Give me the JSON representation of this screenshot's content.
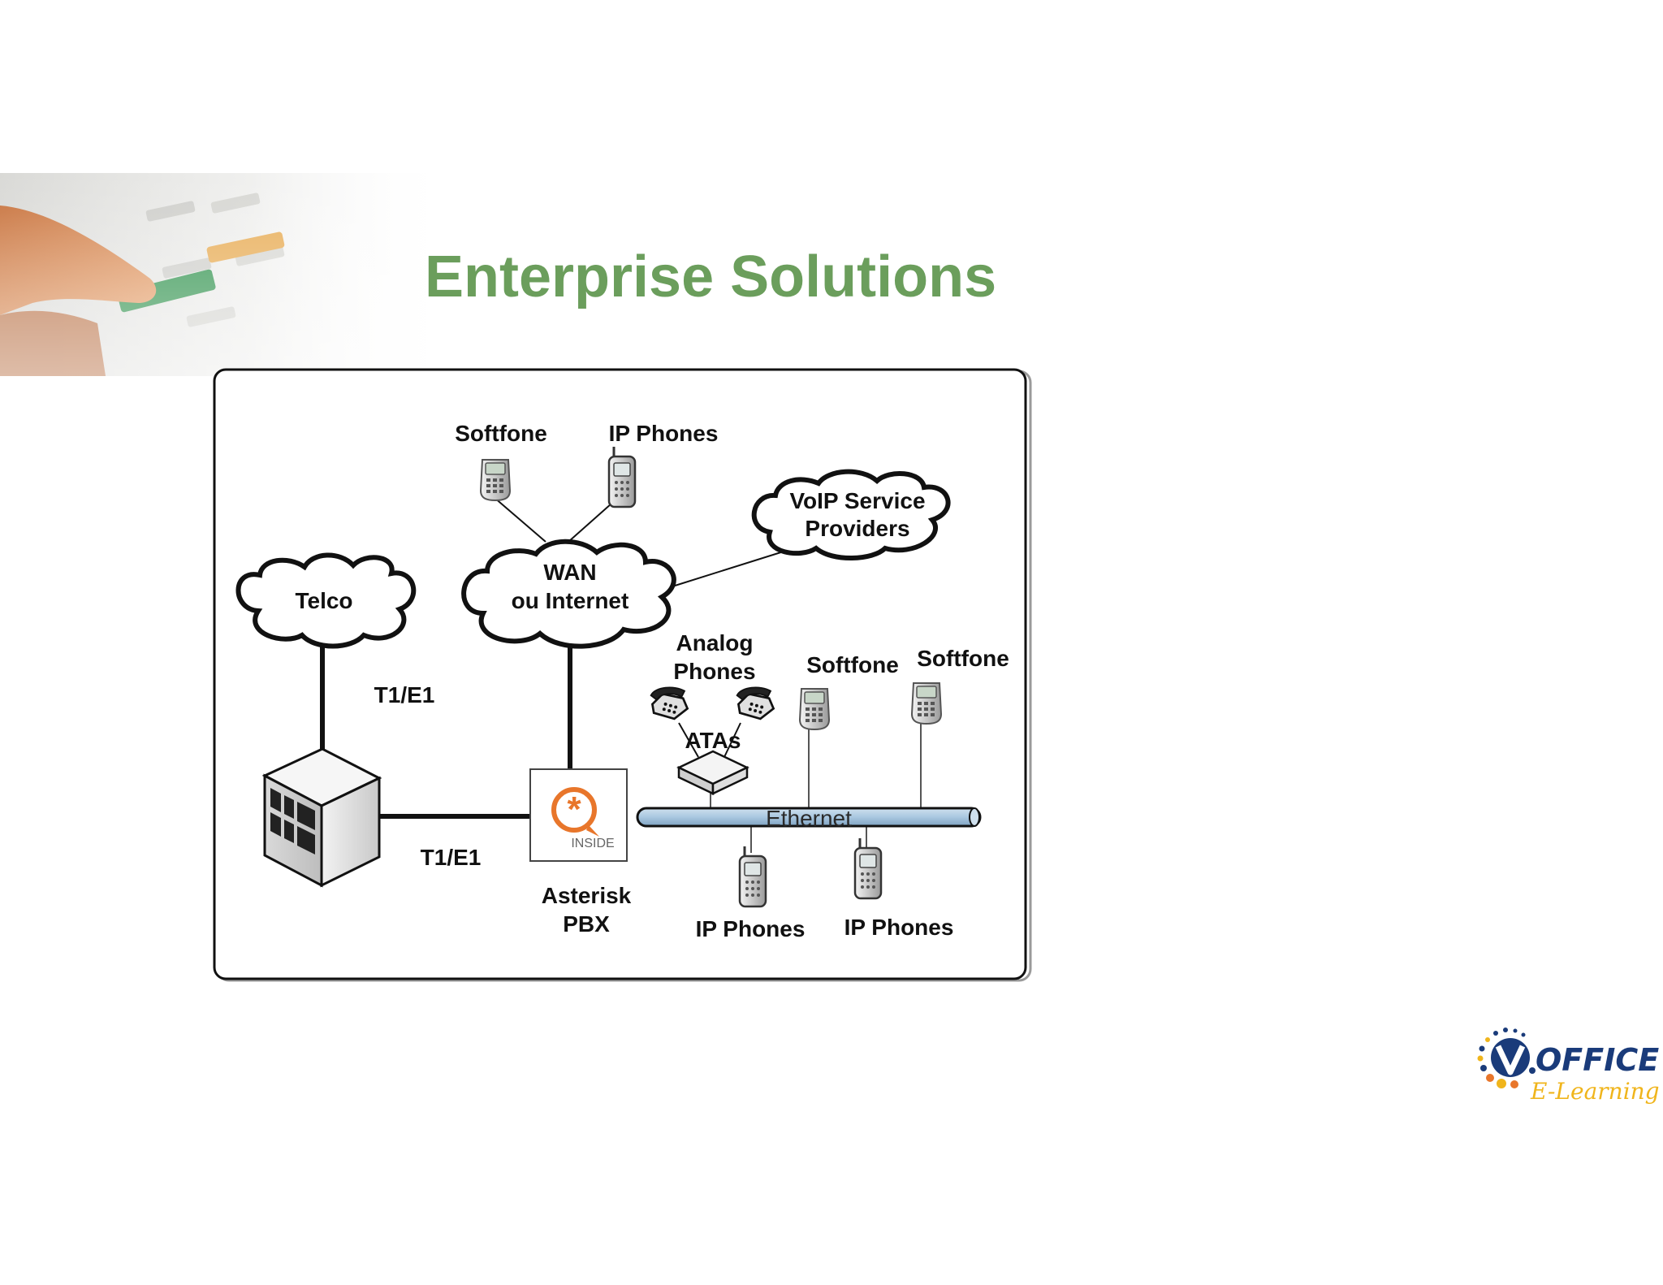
{
  "slide": {
    "title": "Enterprise Solutions"
  },
  "diagram": {
    "nodes": {
      "softfone_top": "Softfone",
      "ip_phones_top": "IP Phones",
      "voip_line1": "VoIP Service",
      "voip_line2": "Providers",
      "wan_line1": "WAN",
      "wan_line2": "ou Internet",
      "telco": "Telco",
      "t1e1_upper": "T1/E1",
      "t1e1_lower": "T1/E1",
      "analog_line1": "Analog",
      "analog_line2": "Phones",
      "softfone_mid": "Softfone",
      "softfone_right": "Softfone",
      "atas": "ATAs",
      "ethernet": "Ethernet",
      "asterisk_badge": "INSIDE",
      "asterisk_line1": "Asterisk",
      "asterisk_line2": "PBX",
      "ip_phones_bottom_left": "IP Phones",
      "ip_phones_bottom_right": "IP Phones"
    }
  },
  "logo": {
    "brand": "OFFICE",
    "tagline": "E-Learning"
  },
  "colors": {
    "title": "#6b9e5c",
    "ethernet_bar": "#a9c7e0",
    "asterisk_orange": "#e8762b",
    "logo_blue": "#1a3b7a",
    "logo_yellow": "#f0b51c"
  }
}
